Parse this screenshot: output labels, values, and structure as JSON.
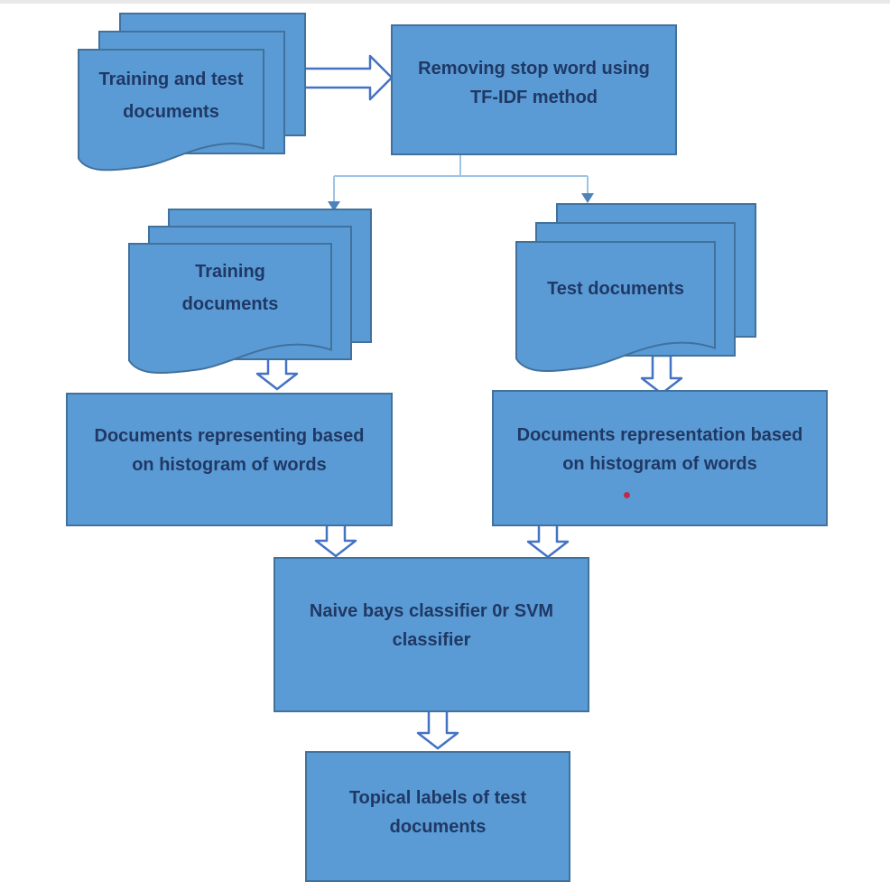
{
  "nodes": {
    "input_stack": {
      "label": "Training and test\ndocuments"
    },
    "stopword_box": {
      "label": "Removing stop word using\nTF-IDF method"
    },
    "training_stack": {
      "label": "Training\ndocuments"
    },
    "test_stack": {
      "label": "Test documents"
    },
    "train_repr_box": {
      "label": "Documents representing based\non histogram of words"
    },
    "test_repr_box": {
      "label": "Documents representation based\non histogram of words"
    },
    "classifier_box": {
      "label": "Naive bays classifier 0r SVM\nclassifier"
    },
    "output_box": {
      "label": "Topical labels of test\ndocuments"
    }
  },
  "colors": {
    "shape_fill": "#5b9bd5",
    "shape_border": "#41719c",
    "text": "#1f3864",
    "block_arrow_outline": "#4472c4",
    "block_arrow_fill": "#ffffff",
    "connector_line": "#9dc3e6",
    "connector_arrowhead": "#4e82bd",
    "stray_dot": "#c12a47",
    "top_border": "#e9e9e9"
  }
}
